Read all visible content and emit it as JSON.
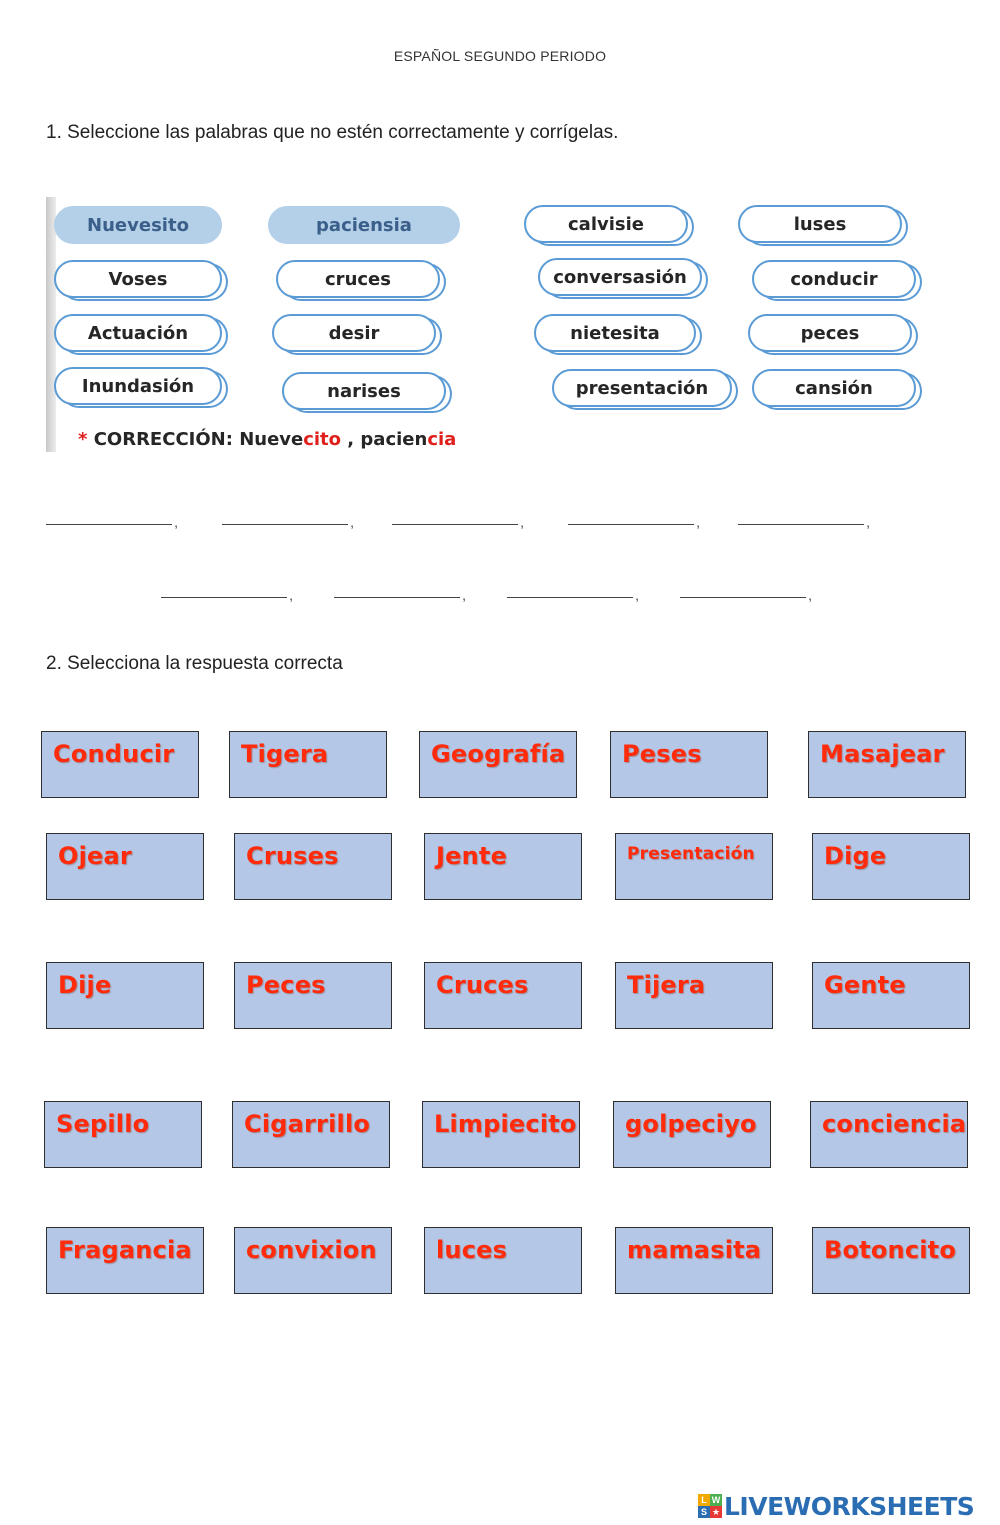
{
  "header": {
    "title": "ESPAÑOL SEGUNDO PERIODO"
  },
  "question1": {
    "text": "1.  Seleccione las palabras que no estén correctamente y corrígelas."
  },
  "clouds": [
    {
      "label": "Nuevesito",
      "style": "filled"
    },
    {
      "label": "paciensia",
      "style": "filled"
    },
    {
      "label": "calvisie",
      "style": "outline"
    },
    {
      "label": "luses",
      "style": "outline"
    },
    {
      "label": "Voses",
      "style": "outline"
    },
    {
      "label": "cruces",
      "style": "outline"
    },
    {
      "label": "conversasión",
      "style": "outline"
    },
    {
      "label": "conducir",
      "style": "outline"
    },
    {
      "label": "Actuación",
      "style": "outline"
    },
    {
      "label": "desir",
      "style": "outline"
    },
    {
      "label": "nietesita",
      "style": "outline"
    },
    {
      "label": "peces",
      "style": "outline"
    },
    {
      "label": "Inundasión",
      "style": "outline"
    },
    {
      "label": "narises",
      "style": "outline"
    },
    {
      "label": "presentación",
      "style": "outline"
    },
    {
      "label": "cansión",
      "style": "outline"
    }
  ],
  "correction": {
    "star": "*",
    "prefix": "CORRECCIÓN: ",
    "word1_base": "Nueve",
    "word1_fix": "cito",
    "separator": " , ",
    "word2_base": "pacien",
    "word2_fix": "cia"
  },
  "blanks": {
    "row1_count": 5,
    "row2_count": 4,
    "comma": ","
  },
  "question2": {
    "text": "2.   Selecciona la respuesta correcta"
  },
  "word_boxes": [
    [
      "Conducir",
      "Tigera",
      "Geografía",
      "Peses",
      "Masajear"
    ],
    [
      "Ojear",
      "Cruses",
      "Jente",
      "Presentación",
      "Dige"
    ],
    [
      "Dije",
      "Peces",
      "Cruces",
      "Tijera",
      "Gente"
    ],
    [
      "Sepillo",
      "Cigarrillo",
      "Limpiecito",
      "golpeciyo",
      "conciencia"
    ],
    [
      "Fragancia",
      "convixion",
      "luces",
      "mamasita",
      "Botoncito"
    ]
  ],
  "colors": {
    "box_fill": "#b4c7e7",
    "box_text": "#ff2b0a",
    "cloud_border": "#5b9bd5",
    "correction_red": "#e0201c",
    "logo_blue": "#2a6db3"
  },
  "logo": {
    "mark": [
      "L",
      "W",
      "S",
      "★"
    ],
    "text": "LIVEWORKSHEETS",
    "icon": "liveworksheets-logo-icon"
  }
}
